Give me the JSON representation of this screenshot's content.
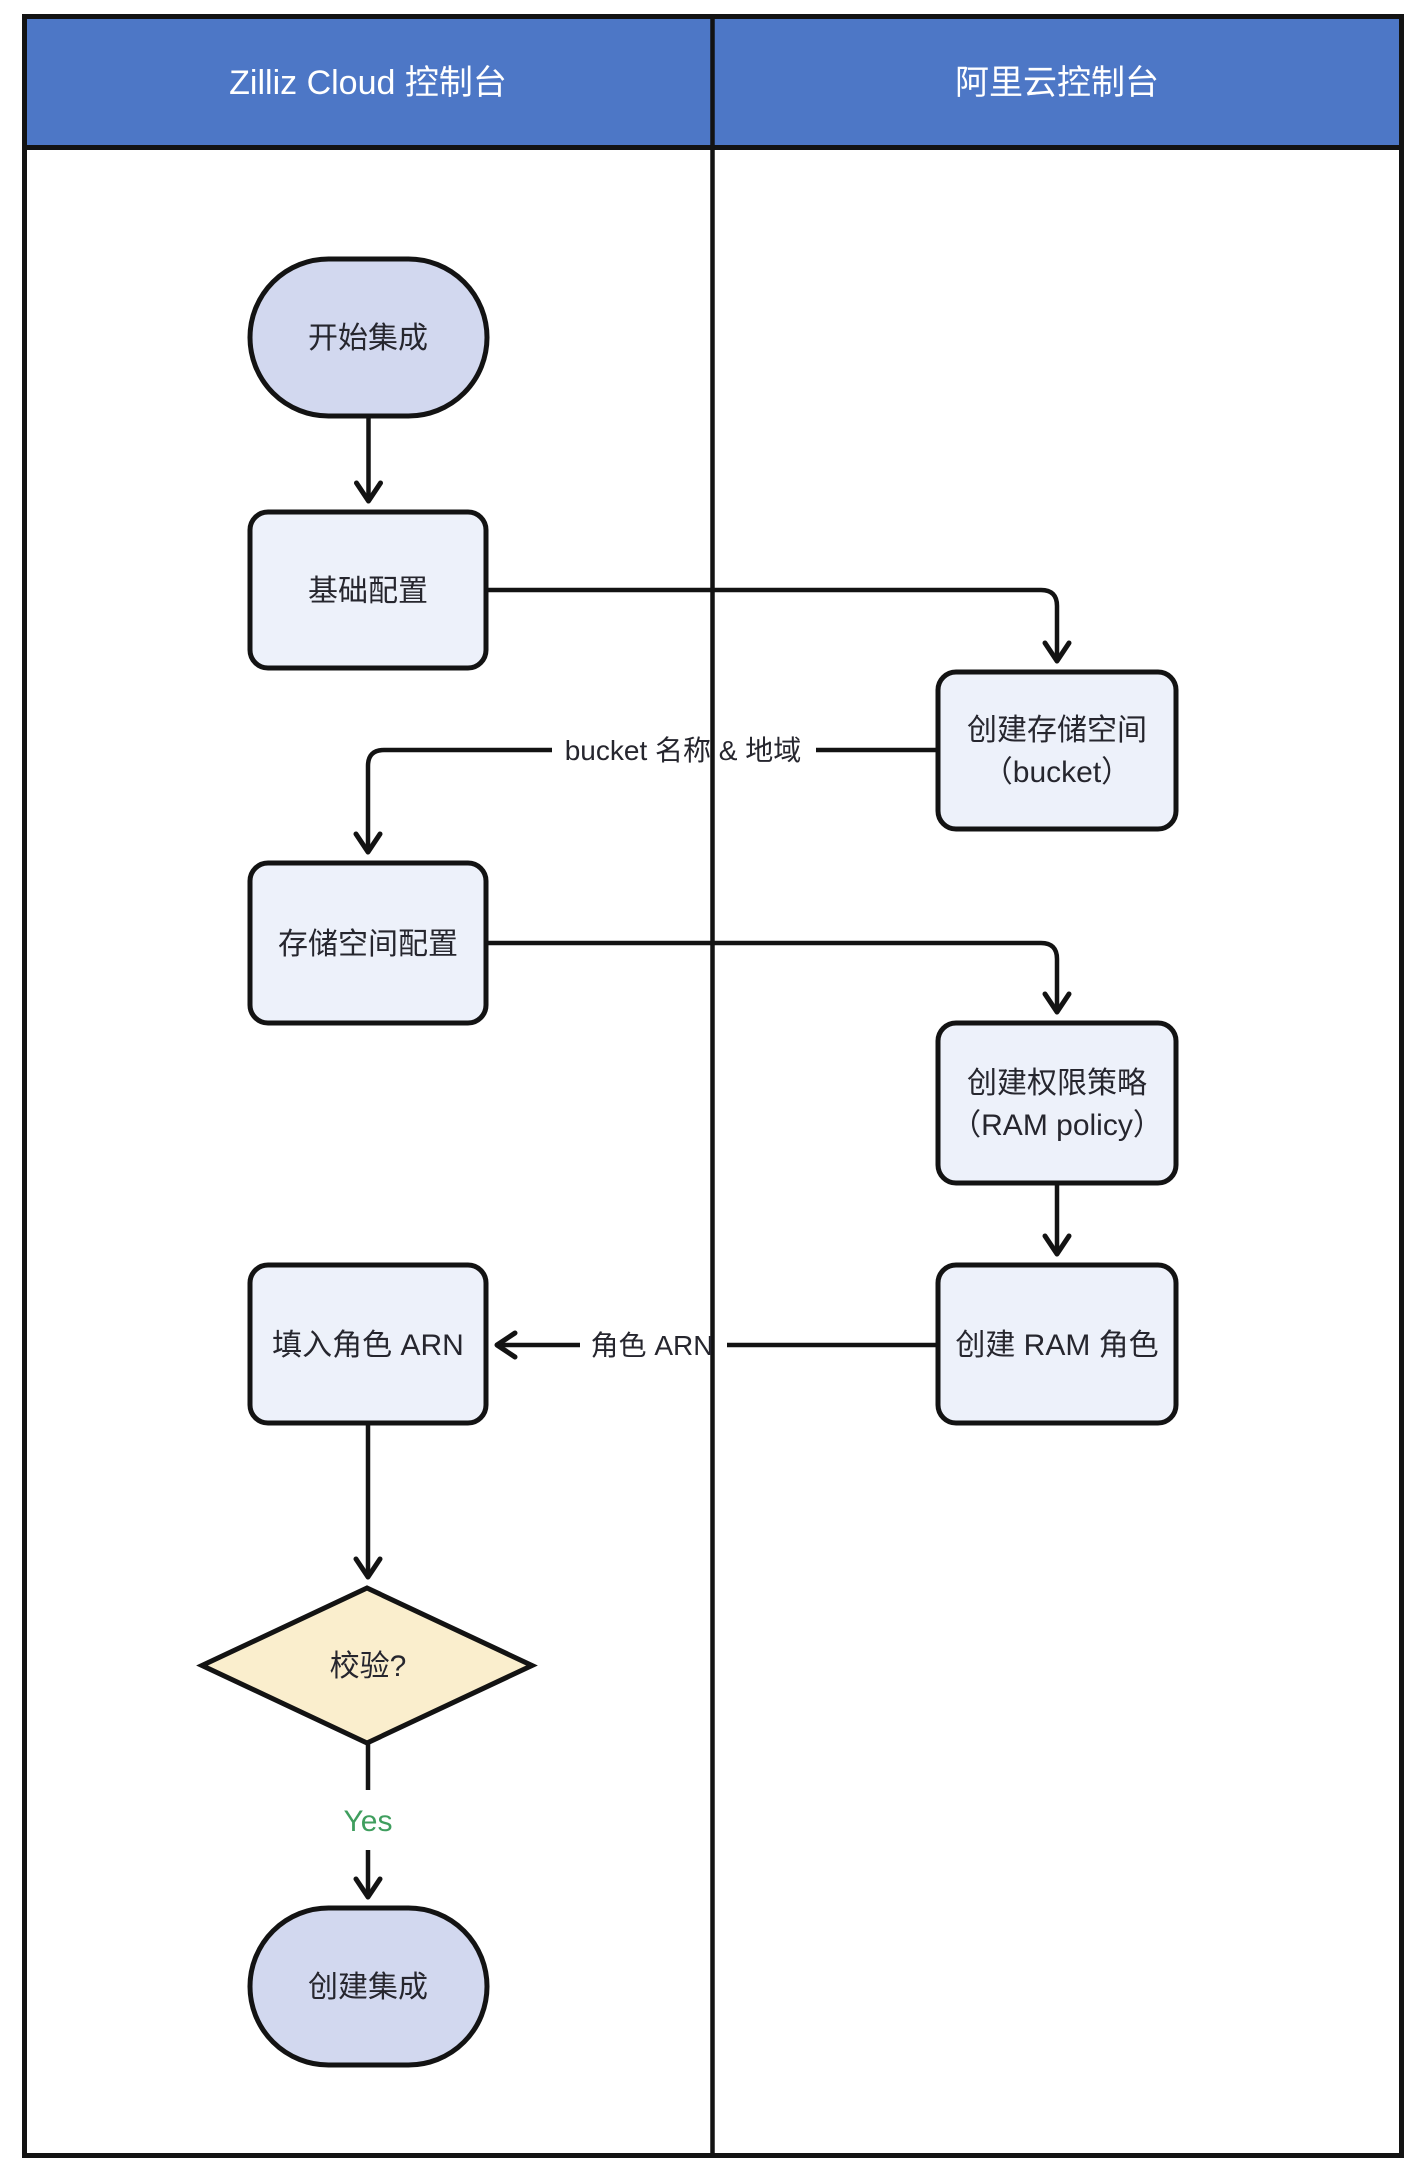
{
  "header": {
    "title_left": "Zilliz Cloud 控制台",
    "title_right": "阿里云控制台"
  },
  "nodes": {
    "start": {
      "label": "开始集成"
    },
    "basic_config": {
      "label": "基础配置"
    },
    "create_bucket": {
      "line1": "创建存储空间",
      "line2": "（bucket）"
    },
    "storage_config": {
      "label": "存储空间配置"
    },
    "create_policy": {
      "line1": "创建权限策略",
      "line2": "（RAM policy）"
    },
    "fill_role_arn": {
      "label": "填入角色 ARN"
    },
    "create_ram_role": {
      "label": "创建 RAM 角色"
    },
    "validate": {
      "label": "校验?"
    },
    "create_integration": {
      "label": "创建集成"
    }
  },
  "edge_labels": {
    "bucket_info": "bucket 名称 & 地域",
    "role_arn": "角色 ARN",
    "yes": "Yes"
  },
  "colors": {
    "header_bg": "#4d77c6",
    "header_text": "#ffffff",
    "terminator_fill": "#d2d8ef",
    "process_fill": "#edf1fa",
    "decision_fill": "#faeecd",
    "text": "#26262e",
    "yes_label": "#3f9e5e"
  }
}
